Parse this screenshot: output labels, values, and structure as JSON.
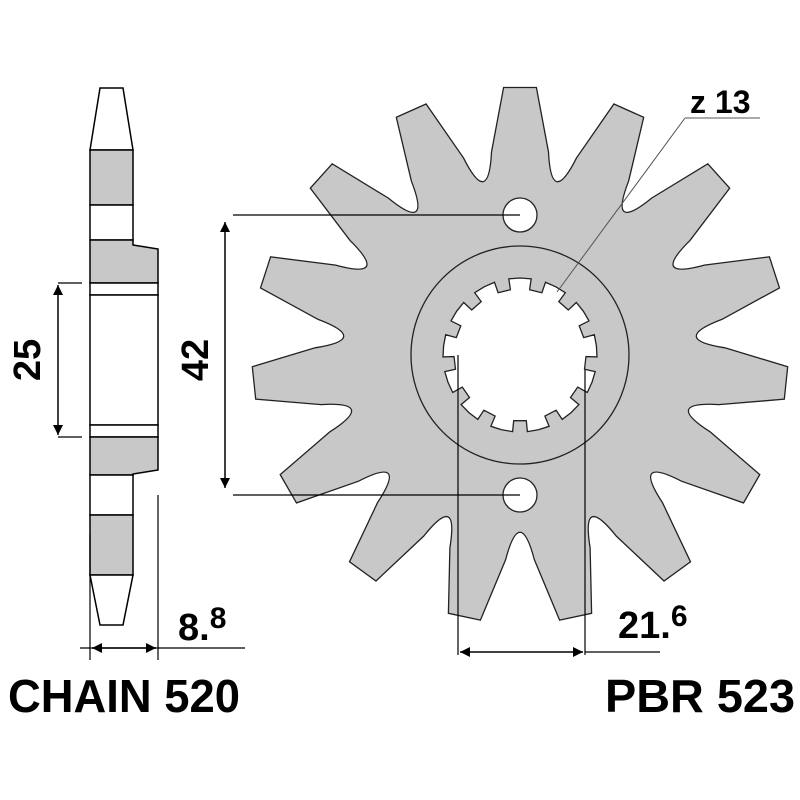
{
  "drawing": {
    "teeth_label": "z 13",
    "bolt_spacing": "42",
    "hub_bore": "25",
    "thickness_main": "8.",
    "thickness_sup": "8",
    "spline_width_main": "21.",
    "spline_width_sup": "6",
    "chain": "CHAIN 520",
    "part_number": "PBR 523",
    "sprocket_teeth": 15,
    "spline_teeth": 13,
    "fill_color": "#c8c8c8"
  }
}
